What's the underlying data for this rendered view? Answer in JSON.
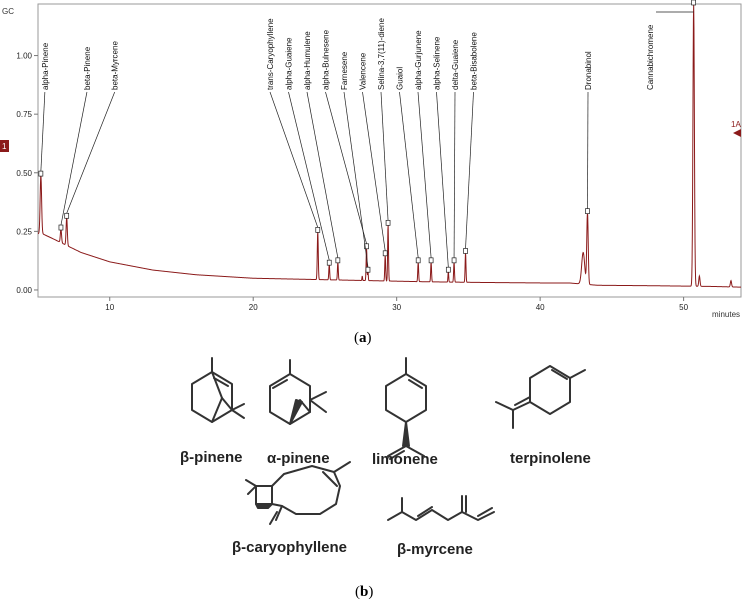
{
  "chart_data": {
    "type": "line",
    "title": "",
    "xlabel": "minutes",
    "ylabel": "GC",
    "xlim": [
      5,
      54
    ],
    "ylim": [
      -0.03,
      1.22
    ],
    "x_ticks": [
      10,
      20,
      30,
      40,
      50
    ],
    "y_ticks": [
      0.0,
      0.25,
      0.5,
      0.75,
      1.0
    ],
    "x_tick_labels": [
      "10",
      "20",
      "30",
      "40",
      "50"
    ],
    "y_tick_labels": [
      "0.00",
      "0.25",
      "0.50",
      "0.75",
      "1.00"
    ],
    "left_marker": "1",
    "right_marker": "1A",
    "line_color": "#8b1a1a",
    "series": [
      {
        "baseline": [
          [
            5,
            0.24
          ],
          [
            5.3,
            0.24
          ],
          [
            6,
            0.22
          ],
          [
            8,
            0.16
          ],
          [
            10,
            0.12
          ],
          [
            13,
            0.085
          ],
          [
            16,
            0.065
          ],
          [
            20,
            0.05
          ],
          [
            24,
            0.045
          ],
          [
            28,
            0.04
          ],
          [
            32,
            0.035
          ],
          [
            36,
            0.032
          ],
          [
            40,
            0.03
          ],
          [
            42,
            0.03
          ],
          [
            44,
            0.02
          ],
          [
            48,
            0.018
          ],
          [
            52,
            0.015
          ],
          [
            54,
            0.012
          ]
        ],
        "peaks": [
          {
            "x": 5.2,
            "y": 0.49,
            "w": 0.12
          },
          {
            "x": 6.6,
            "y": 0.26,
            "w": 0.1
          },
          {
            "x": 7.0,
            "y": 0.31,
            "w": 0.1
          },
          {
            "x": 24.5,
            "y": 0.25,
            "w": 0.08
          },
          {
            "x": 25.3,
            "y": 0.11,
            "w": 0.07
          },
          {
            "x": 25.9,
            "y": 0.12,
            "w": 0.07
          },
          {
            "x": 27.6,
            "y": 0.06,
            "w": 0.05
          },
          {
            "x": 27.9,
            "y": 0.18,
            "w": 0.07
          },
          {
            "x": 28.0,
            "y": 0.08,
            "w": 0.05
          },
          {
            "x": 29.2,
            "y": 0.15,
            "w": 0.07
          },
          {
            "x": 29.4,
            "y": 0.28,
            "w": 0.07
          },
          {
            "x": 31.5,
            "y": 0.12,
            "w": 0.07
          },
          {
            "x": 32.4,
            "y": 0.12,
            "w": 0.07
          },
          {
            "x": 33.6,
            "y": 0.08,
            "w": 0.06
          },
          {
            "x": 34.0,
            "y": 0.12,
            "w": 0.07
          },
          {
            "x": 34.8,
            "y": 0.16,
            "w": 0.07
          },
          {
            "x": 43.0,
            "y": 0.16,
            "w": 0.25
          },
          {
            "x": 43.3,
            "y": 0.33,
            "w": 0.12
          },
          {
            "x": 50.7,
            "y": 1.22,
            "w": 0.12
          },
          {
            "x": 51.1,
            "y": 0.06,
            "w": 0.1
          },
          {
            "x": 53.3,
            "y": 0.04,
            "w": 0.1
          }
        ]
      }
    ],
    "peak_labels": [
      {
        "label": "alpha-Pinene",
        "x": 5.2,
        "y": 0.49
      },
      {
        "label": "beta-Pinene",
        "x": 6.6,
        "y": 0.26
      },
      {
        "label": "beta-Myrcene",
        "x": 7.0,
        "y": 0.31
      },
      {
        "label": "trans-Caryophyllene",
        "x": 24.5,
        "y": 0.25
      },
      {
        "label": "alpha-Guaiene",
        "x": 25.3,
        "y": 0.11
      },
      {
        "label": "alpha-Humulene",
        "x": 25.9,
        "y": 0.12
      },
      {
        "label": "alpha-Bulnesene",
        "x": 27.9,
        "y": 0.18
      },
      {
        "label": "Farnesene",
        "x": 28.0,
        "y": 0.08
      },
      {
        "label": "Valencene",
        "x": 29.2,
        "y": 0.15
      },
      {
        "label": "Selina-3,7(11)-diene",
        "x": 29.4,
        "y": 0.28
      },
      {
        "label": "Guaiol",
        "x": 31.5,
        "y": 0.12
      },
      {
        "label": "alpha-Gurjunene",
        "x": 32.4,
        "y": 0.12
      },
      {
        "label": "alpha-Selinene",
        "x": 33.6,
        "y": 0.08
      },
      {
        "label": "delta-Guaiene",
        "x": 34.0,
        "y": 0.12
      },
      {
        "label": "beta-Bisabolene",
        "x": 34.8,
        "y": 0.16
      },
      {
        "label": "Dronabinol",
        "x": 43.3,
        "y": 0.33
      },
      {
        "label": "Cannabichromene",
        "x": 50.7,
        "y": 1.22
      }
    ]
  },
  "captions": {
    "a": "a",
    "b": "b"
  },
  "molecules": [
    {
      "name": "β-pinene"
    },
    {
      "name": "α-pinene"
    },
    {
      "name": "limonene"
    },
    {
      "name": "terpinolene"
    },
    {
      "name": "β-caryophyllene"
    },
    {
      "name": "β-myrcene"
    }
  ]
}
